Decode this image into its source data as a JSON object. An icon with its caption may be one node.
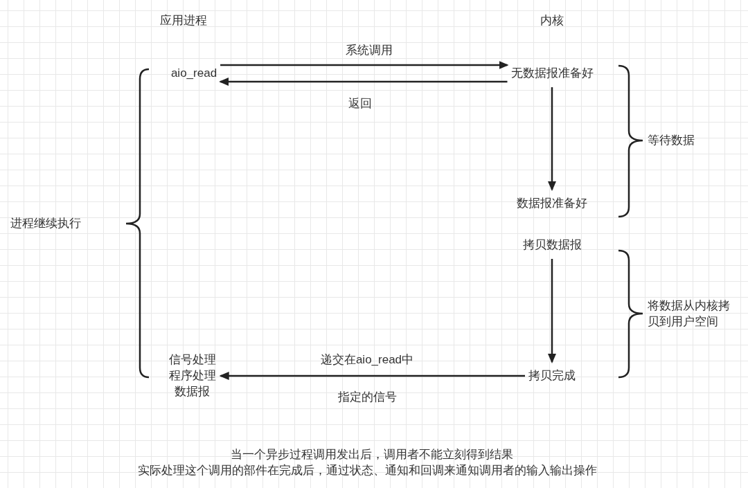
{
  "diagram": {
    "nodes": [
      {
        "text": [
          "aio_read"
        ]
      },
      {
        "text": [
          "无数据报准备好"
        ]
      },
      {
        "text": [
          "数据报准备好"
        ]
      },
      {
        "text": [
          "拷贝数据报"
        ]
      },
      {
        "text": [
          "信号处理程序处理数据报"
        ]
      },
      {
        "text": [
          "拷贝完成"
        ]
      }
    ],
    "edges": [
      {
        "from": 0,
        "to": 1,
        "arrow": "to",
        "label": "系统调用"
      },
      {
        "from": 1,
        "to": 0,
        "arrow": "to",
        "label": "返回"
      },
      {
        "from": 1,
        "to": 2,
        "arrow": "to"
      },
      {
        "from": 3,
        "to": 5,
        "arrow": "to"
      },
      {
        "from": 5,
        "to": 4,
        "arrow": "to",
        "label": "递交在aio_read中指定的信号"
      }
    ],
    "labels": [
      "应用进程",
      "内核",
      "等待数据",
      "进程继续执行",
      "将数据从内核拷贝到用户空间",
      "当一个异步过程调用发出后，调用者不能立刻得到结果",
      "实际处理这个调用的部件在完成后，通过状态、通知和回调来通知调用者的输入输出操作"
    ]
  }
}
